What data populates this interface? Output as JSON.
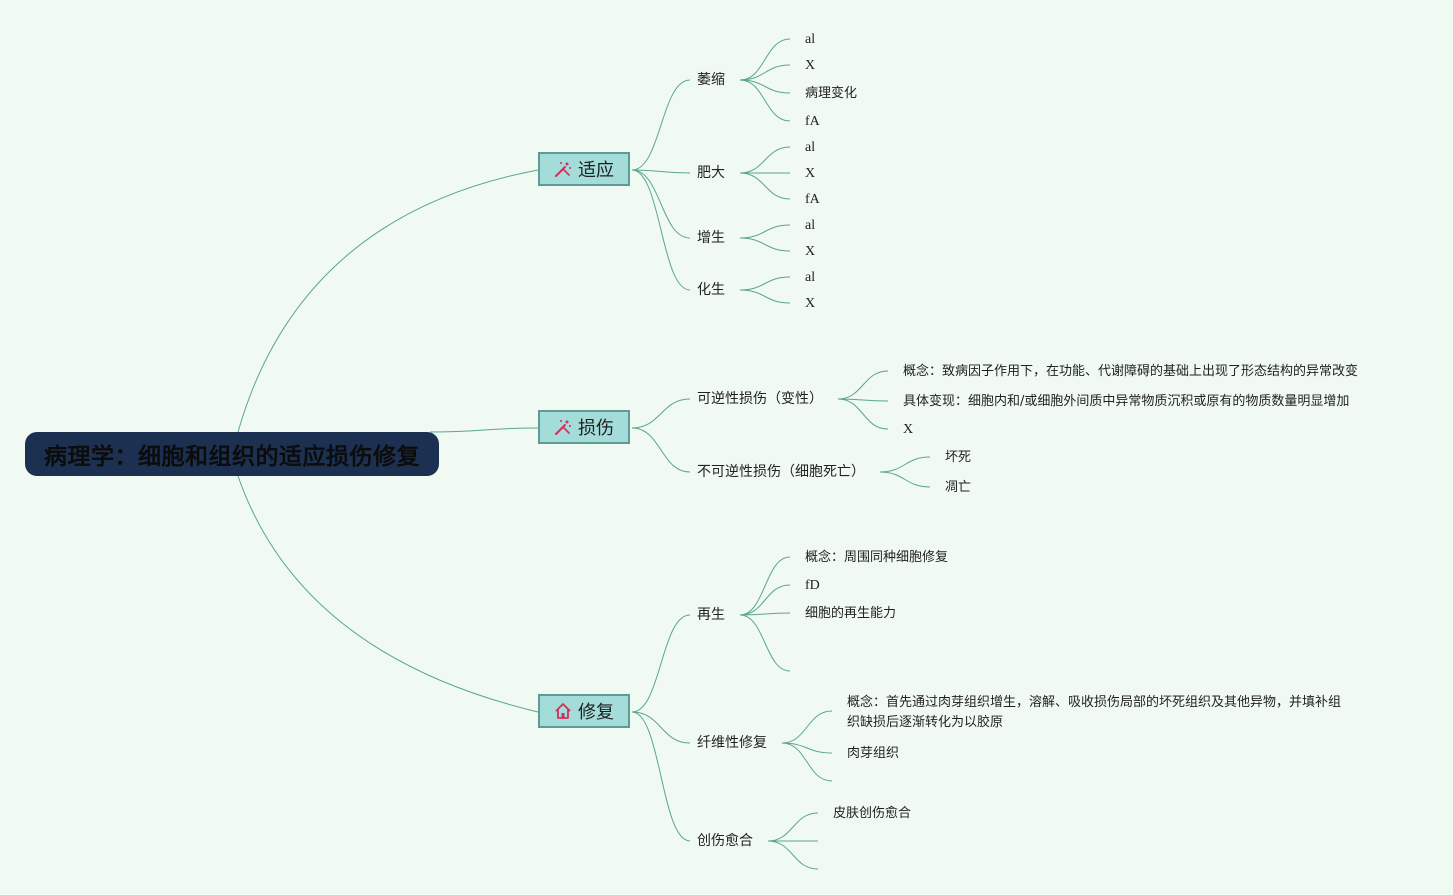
{
  "root": {
    "title": "病理学：细胞和组织的适应损伤修复"
  },
  "colors": {
    "line": "#5aa58e",
    "root_bg": "#1c3151",
    "node_bg": "#a3dcd9",
    "node_border": "#5e9a98",
    "icon": "#d0305a",
    "background": "#f0faf3"
  },
  "branches": [
    {
      "label": "适应",
      "icon": "sparkle-icon",
      "children": [
        {
          "label": "萎缩",
          "leaves": [
            "al",
            "X",
            "病理变化",
            "fA"
          ]
        },
        {
          "label": "肥大",
          "leaves": [
            "al",
            "X",
            "fA"
          ]
        },
        {
          "label": "增生",
          "leaves": [
            "al",
            "X"
          ]
        },
        {
          "label": "化生",
          "leaves": [
            "al",
            "X"
          ]
        }
      ]
    },
    {
      "label": "损伤",
      "icon": "sparkle-icon",
      "children": [
        {
          "label": "可逆性损伤（变性）",
          "leaves": [
            "概念：致病因子作用下，在功能、代谢障碍的基础上出现了形态结构的异常改变",
            "具体变现：细胞内和/或细胞外间质中异常物质沉积或原有的物质数量明显增加",
            "X"
          ]
        },
        {
          "label": "不可逆性损伤（细胞死亡）",
          "leaves": [
            "坏死",
            "凋亡"
          ]
        }
      ]
    },
    {
      "label": "修复",
      "icon": "house-icon",
      "children": [
        {
          "label": "再生",
          "leaves": [
            "概念：周围同种细胞修复",
            "fD",
            "细胞的再生能力",
            ""
          ]
        },
        {
          "label": "纤维性修复",
          "leaves": [
            "概念：首先通过肉芽组织增生，溶解、吸收损伤局部的坏死组织及其他异物，并填补组织缺损后逐渐转化为以胶原",
            "肉芽组织",
            ""
          ]
        },
        {
          "label": "创伤愈合",
          "leaves": [
            "皮肤创伤愈合",
            "",
            ""
          ]
        }
      ]
    }
  ]
}
